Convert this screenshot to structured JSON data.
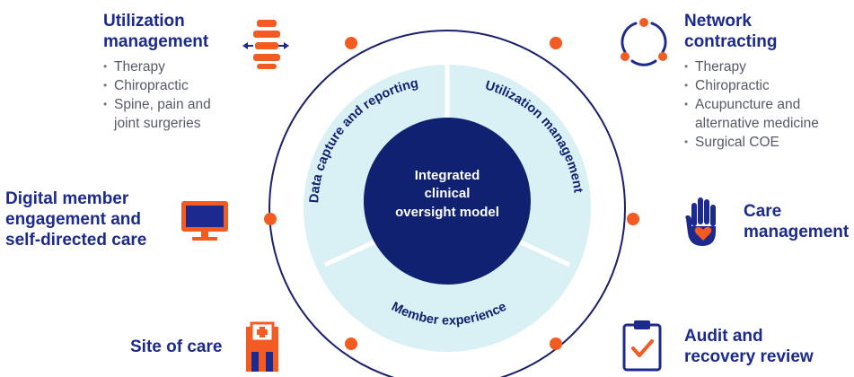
{
  "center": {
    "line1": "Integrated",
    "line2": "clinical",
    "line3": "oversight model"
  },
  "ring_segments": {
    "left": "Data capture and reporting",
    "right": "Utilization management",
    "bottom": "Member experience"
  },
  "blocks": {
    "util_mgmt": {
      "title1": "Utilization",
      "title2": "management",
      "items": [
        "Therapy",
        "Chiropractic",
        "Spine, pain and",
        "joint surgeries"
      ]
    },
    "network": {
      "title1": "Network",
      "title2": "contracting",
      "items": [
        "Therapy",
        "Chiropractic",
        "Acupuncture and",
        "alternative medicine",
        "Surgical COE"
      ]
    },
    "digital": {
      "title1": "Digital member",
      "title2": "engagement and",
      "title3": "self-directed care"
    },
    "care": {
      "title1": "Care",
      "title2": "management"
    },
    "site": {
      "title1": "Site of care"
    },
    "audit": {
      "title1": "Audit and",
      "title2": "recovery review"
    }
  },
  "icons": {
    "util_mgmt": "spine-icon",
    "network": "cycle-icon",
    "digital": "monitor-icon",
    "care": "hand-heart-icon",
    "site": "hospital-icon",
    "audit": "clipboard-check-icon"
  },
  "colors": {
    "navy": "#0f2170",
    "title": "#1b2a8c",
    "ring_light": "#d9f1f5",
    "orange": "#f25c22",
    "outer_ring": "#1a1f6b"
  }
}
